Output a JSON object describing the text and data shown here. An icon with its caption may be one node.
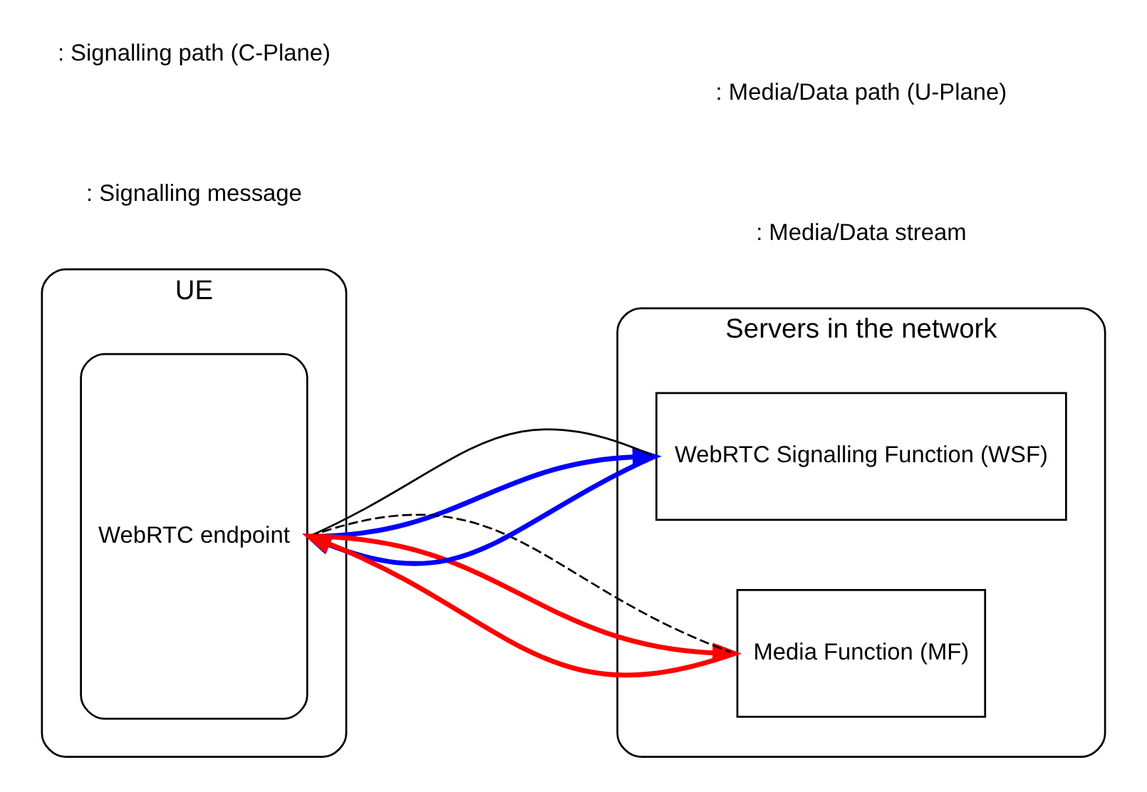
{
  "diagram": {
    "nodes": [
      {
        "text": [
          "UE"
        ]
      },
      {
        "text": [
          "WebRTC endpoint"
        ],
        "in": 0
      },
      {
        "text": [
          "Servers in the network"
        ]
      },
      {
        "text": [
          "WebRTC Signalling Function (WSF)"
        ],
        "in": 2
      },
      {
        "text": [
          "Media Function (MF)"
        ],
        "in": 2
      }
    ],
    "edges": [
      {
        "from": 1,
        "to": 3,
        "arrow": "to",
        "color": "#0000ff"
      },
      {
        "from": 1,
        "to": 3,
        "arrow": "none",
        "color": "#000000"
      },
      {
        "from": 3,
        "to": 1,
        "arrow": "to",
        "color": "#0000ff"
      },
      {
        "from": 1,
        "to": 4,
        "arrow": "to",
        "color": "#ff0000"
      },
      {
        "from": 1,
        "to": 4,
        "arrow": "none",
        "style": "dashed",
        "color": "#000000"
      },
      {
        "from": 4,
        "to": 1,
        "arrow": "to",
        "color": "#ff0000"
      }
    ],
    "legend": [
      {
        "text": ": Signalling message"
      },
      {
        "text": ": Media/Data stream"
      },
      {
        "text": ": Signalling path (C-Plane)"
      },
      {
        "text": ": Media/Data path (U-Plane)"
      }
    ]
  }
}
